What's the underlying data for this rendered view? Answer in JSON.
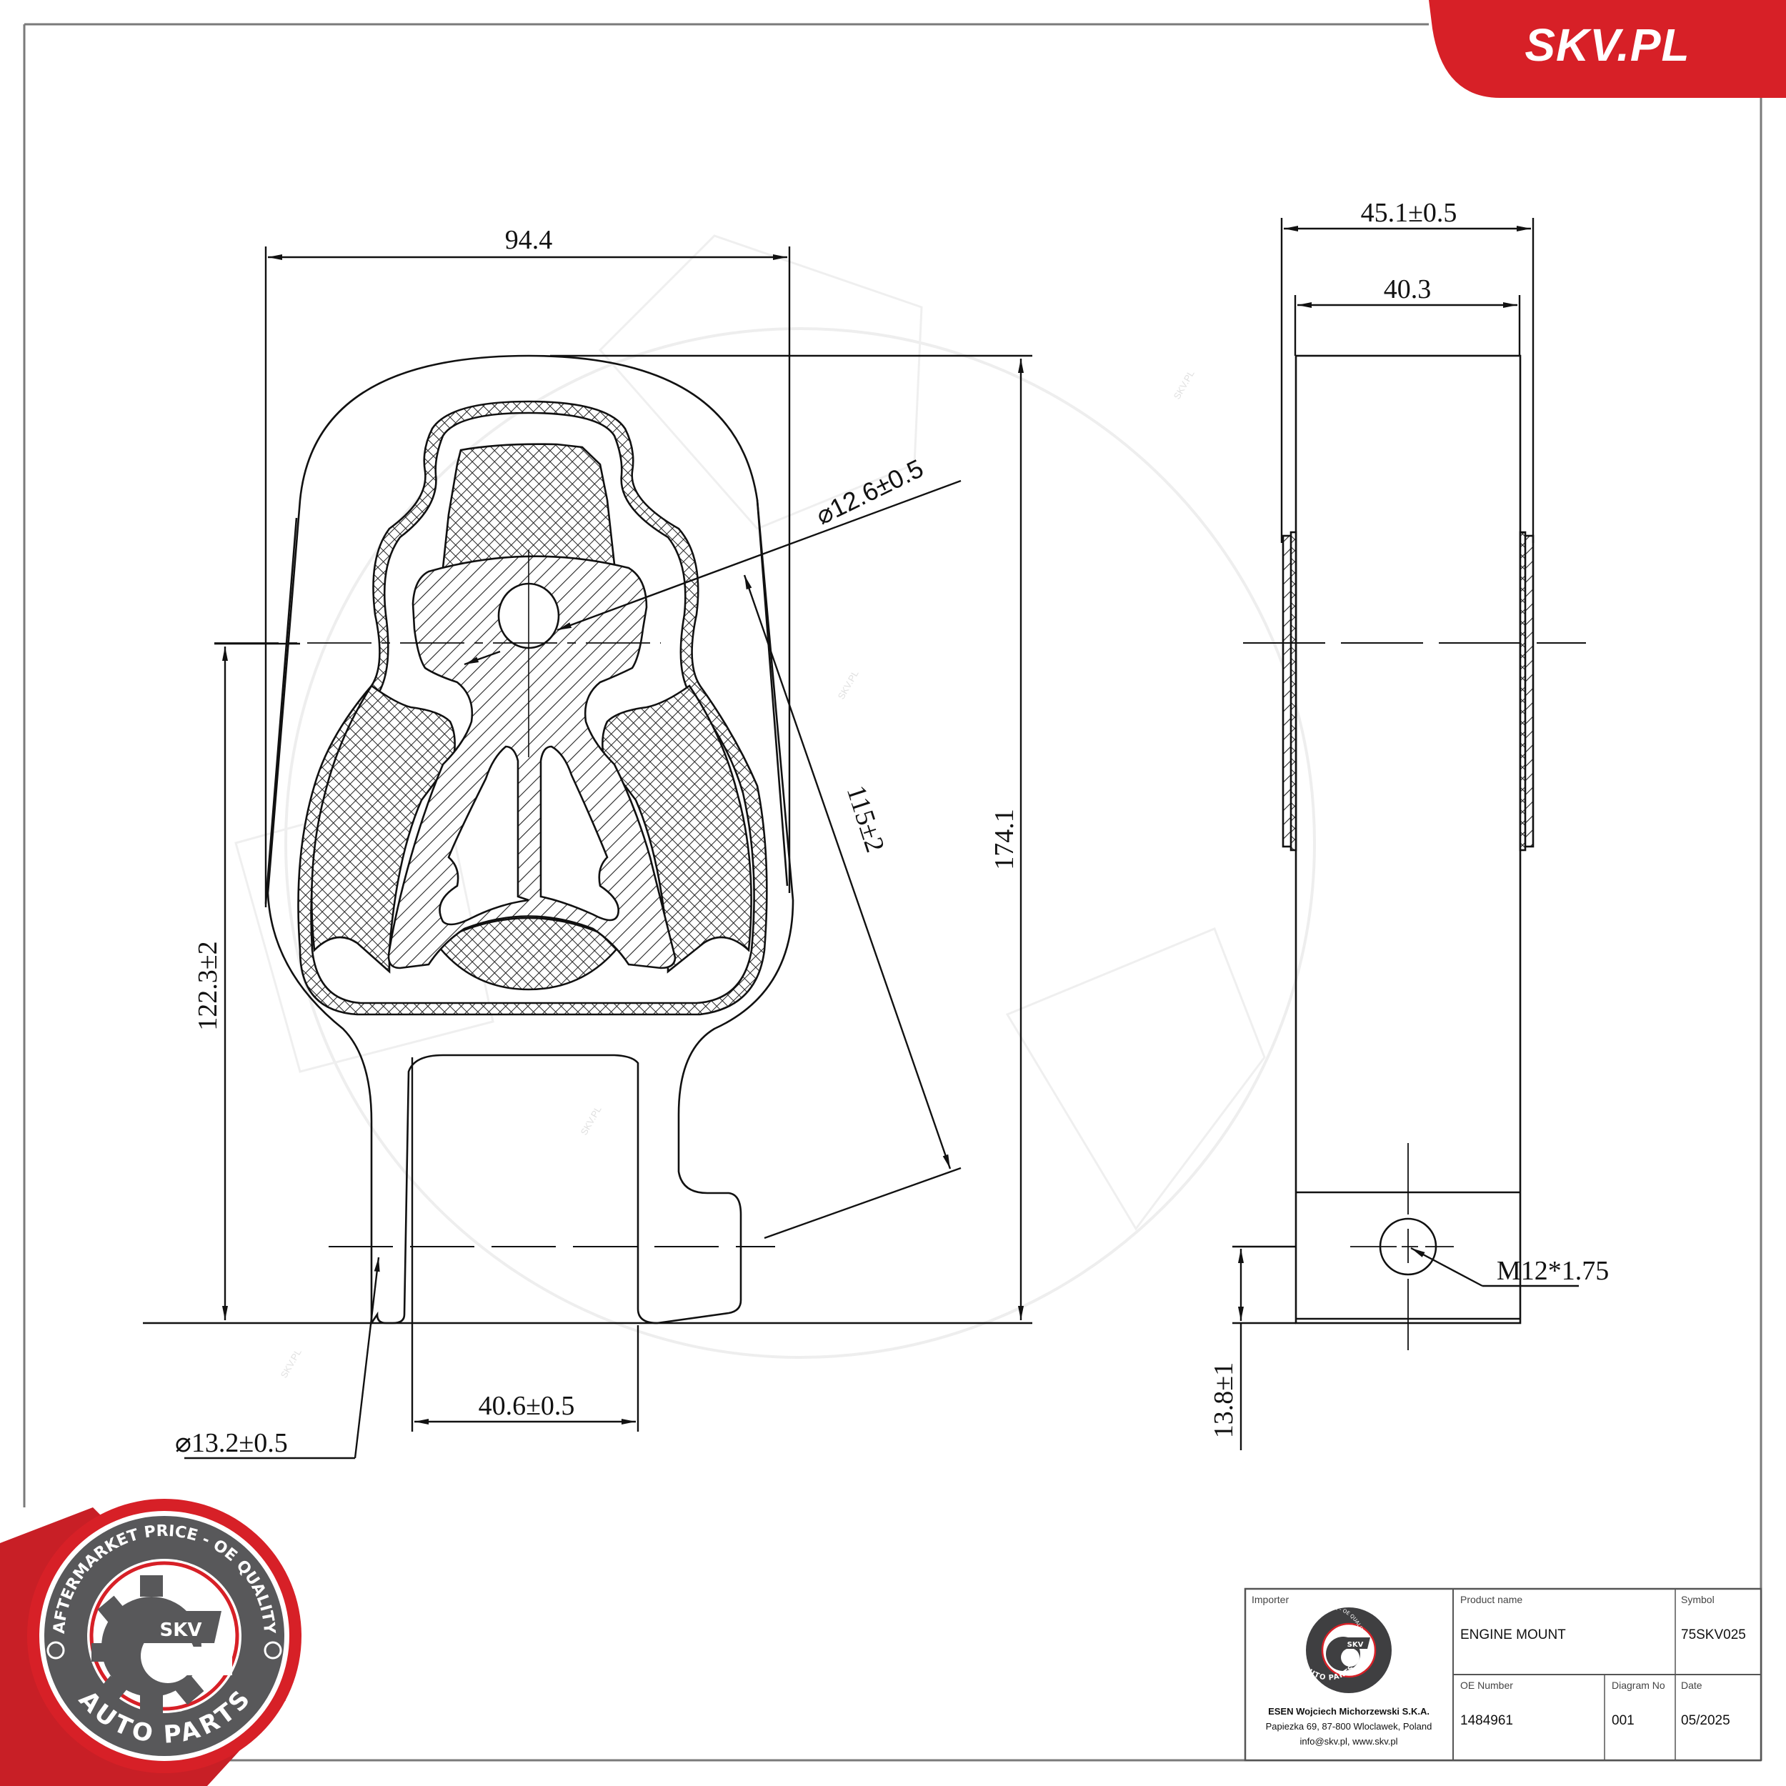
{
  "brand": {
    "tab_label": "SKV.PL",
    "tab_color": "#d72027",
    "badge": {
      "ring_top_text": "AFTERMARKET PRICE - OE QUALITY",
      "ring_bottom_text": "AUTO PARTS",
      "center_text": "SKV",
      "ring_color": "#58585a",
      "accent_color": "#d72027"
    },
    "watermark_text": "SKV.PL"
  },
  "drawing": {
    "front_view": {
      "dimensions": {
        "overall_width": "94.4",
        "eye_diameter": "⌀12.6±0.5",
        "eye_to_bolt_distance": "115±2",
        "overall_height": "174.1",
        "eye_height": "122.3±2",
        "tab_width": "40.6±0.5",
        "tab_hole_diameter": "⌀13.2±0.5"
      }
    },
    "side_view": {
      "dimensions": {
        "overall_thickness": "45.1±0.5",
        "inner_thickness": "40.3",
        "thread": "M12*1.75",
        "thread_height": "13.8±1"
      }
    }
  },
  "title_block": {
    "importer": {
      "label": "Importer",
      "company": "ESEN Wojciech Michorzewski S.K.A.",
      "address": "Papiezka 69, 87-800 Wloclawek, Poland",
      "contact": "info@skv.pl, www.skv.pl"
    },
    "product_name": {
      "label": "Product name",
      "value": "ENGINE MOUNT"
    },
    "symbol": {
      "label": "Symbol",
      "value": "75SKV025"
    },
    "oe_number": {
      "label": "OE Number",
      "value": "1484961"
    },
    "diagram_no": {
      "label": "Diagram No",
      "value": "001"
    },
    "date": {
      "label": "Date",
      "value": "05/2025"
    }
  }
}
